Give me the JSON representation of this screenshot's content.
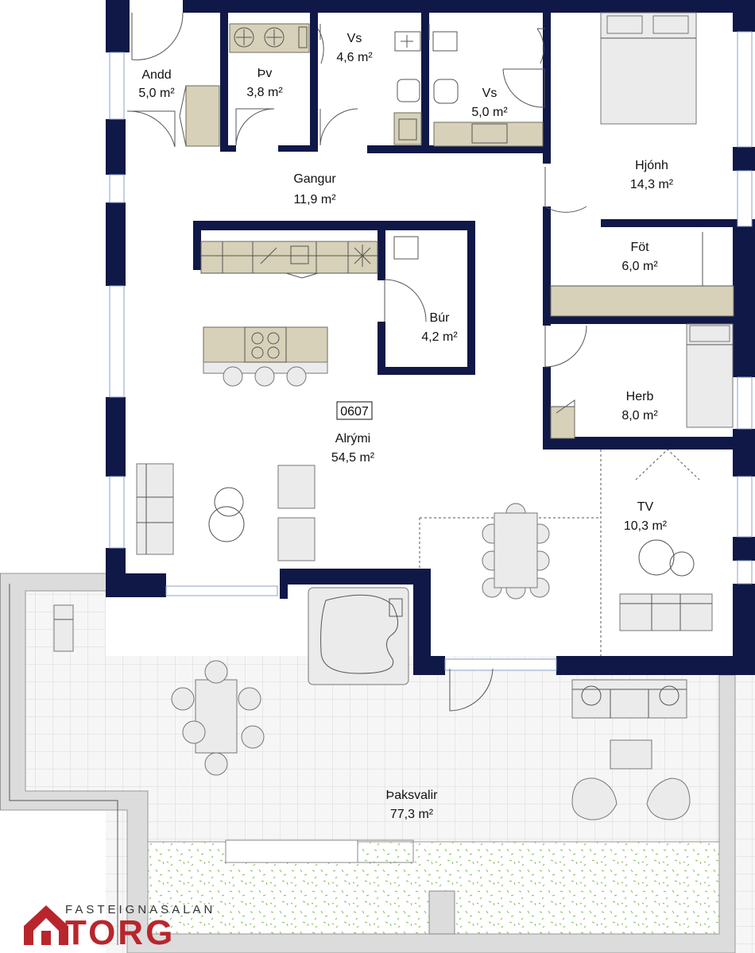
{
  "unit_id": "0607",
  "rooms": [
    {
      "key": "andd",
      "name": "Andd",
      "area": "5,0 m²"
    },
    {
      "key": "thv",
      "name": "Þv",
      "area": "3,8 m²"
    },
    {
      "key": "vs1",
      "name": "Vs",
      "area": "4,6 m²"
    },
    {
      "key": "vs2",
      "name": "Vs",
      "area": "5,0 m²"
    },
    {
      "key": "hjonh",
      "name": "Hjónh",
      "area": "14,3 m²"
    },
    {
      "key": "gangur",
      "name": "Gangur",
      "area": "11,9 m²"
    },
    {
      "key": "fot",
      "name": "Föt",
      "area": "6,0 m²"
    },
    {
      "key": "bur",
      "name": "Búr",
      "area": "4,2 m²"
    },
    {
      "key": "herb",
      "name": "Herb",
      "area": "8,0 m²"
    },
    {
      "key": "alrymi",
      "name": "Alrými",
      "area": "54,5 m²"
    },
    {
      "key": "tv",
      "name": "TV",
      "area": "10,3 m²"
    },
    {
      "key": "thaksvalir",
      "name": "Þaksvalir",
      "area": "77,3 m²"
    }
  ],
  "brand": {
    "tagline": "FASTEIGNASALAN",
    "name": "TORG",
    "color": "#b8262c"
  },
  "colors": {
    "wall": "#0f1847",
    "cabinet": "#d6d1b8",
    "furniture": "#ebebeb",
    "terrace": "#f4f4f4",
    "planter": "#7fbf5a"
  }
}
